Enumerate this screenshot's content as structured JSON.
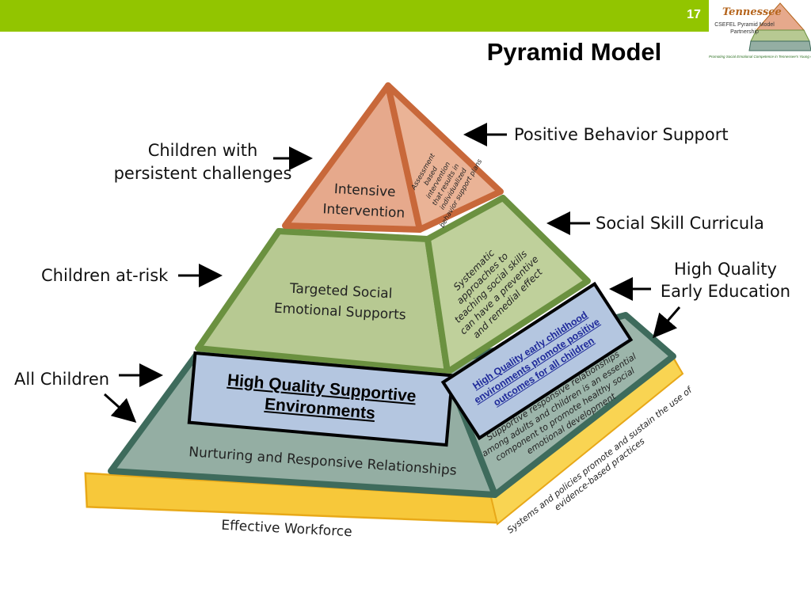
{
  "header": {
    "slide_number": "17",
    "title": "Pyramid Model"
  },
  "logo": {
    "state": "Tennessee",
    "line1": "CSEFEL Pyramid Model",
    "line2": "Partnership",
    "tagline": "Promoting Social Emotional Competence in Tennessee's Young Children"
  },
  "left_labels": {
    "persistent_line1": "Children with",
    "persistent_line2": "persistent challenges",
    "at_risk": "Children at-risk",
    "all_children": "All Children"
  },
  "right_labels": {
    "pbs": "Positive Behavior Support",
    "social_skill": "Social Skill Curricula",
    "hq_line1": "High Quality",
    "hq_line2": "Early Education"
  },
  "pyramid": {
    "top_front_line1": "Intensive",
    "top_front_line2": "Intervention",
    "top_side": [
      "Assessment",
      "based",
      "intervention",
      "that results in",
      "individualized",
      "behavior support plans"
    ],
    "mid_front_line1": "Targeted Social",
    "mid_front_line2": "Emotional Supports",
    "mid_side": [
      "Systematic",
      "approaches to",
      "teaching social skills",
      "can have a preventive",
      "and remedial effect"
    ],
    "low_front": "Nurturing and Responsive Relationships",
    "low_side": [
      "Supportive responsive relationships",
      "among adults and children is an essential",
      "component to promote healthy social",
      "emotional development"
    ],
    "base_front": "Effective Workforce",
    "base_side": [
      "Systems and policies promote and sustain the use of",
      "evidence-based practices"
    ]
  },
  "callouts": {
    "hq_supportive_line1": "High Quality Supportive",
    "hq_supportive_line2": "Environments",
    "hq_ece_line1": "High Quality early childhood",
    "hq_ece_line2": "environments promote positive",
    "hq_ece_line3": "outcomes for all children"
  },
  "colors": {
    "header_green": "#92c500",
    "tier_top": "#e6a98c",
    "tier_top_border": "#c8683a",
    "tier_mid": "#b7c992",
    "tier_mid_border": "#6b9140",
    "tier_low": "#94aea3",
    "tier_low_border": "#3e6b5c",
    "base_yellow": "#f9d04a",
    "callout_fill": "#b4c6e0"
  }
}
